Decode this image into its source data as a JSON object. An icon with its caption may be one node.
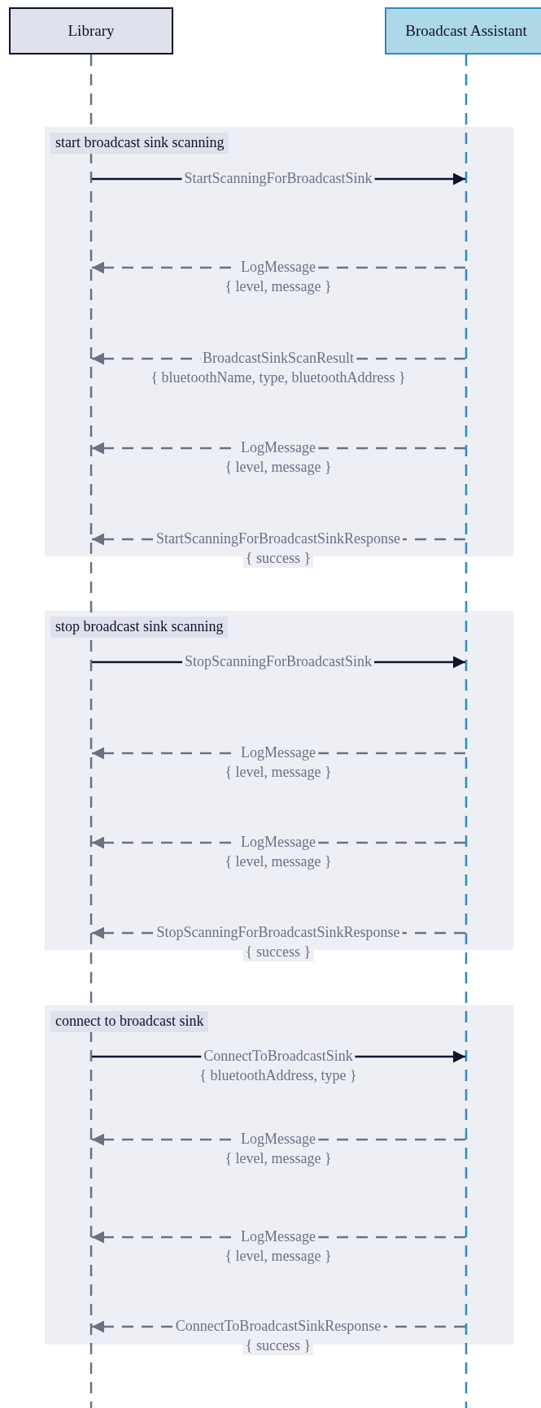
{
  "diagram": {
    "nodes": [
      {
        "text": [
          "Library"
        ]
      },
      {
        "text": [
          "Broadcast Assistant"
        ]
      }
    ],
    "labels": [
      "start broadcast sink scanning",
      "stop broadcast sink scanning",
      "connect to broadcast sink"
    ],
    "edges": [
      {
        "from": 0,
        "to": 1,
        "arrow": "to",
        "label": "StartScanningForBroadcastSink",
        "color": "#11142b"
      },
      {
        "from": 1,
        "to": 0,
        "arrow": "to",
        "label": "LogMessage { level, message }",
        "style": "dashed"
      },
      {
        "from": 1,
        "to": 0,
        "arrow": "to",
        "label": "BroadcastSinkScanResult { bluetoothName, type, bluetoothAddress }",
        "style": "dashed"
      },
      {
        "from": 1,
        "to": 0,
        "arrow": "to",
        "label": "LogMessage { level, message }",
        "style": "dashed"
      },
      {
        "from": 1,
        "to": 0,
        "arrow": "to",
        "label": "StartScanningForBroadcastSinkResponse { success }",
        "style": "dashed"
      },
      {
        "from": 0,
        "to": 1,
        "arrow": "to",
        "label": "StopScanningForBroadcastSink",
        "color": "#11142b"
      },
      {
        "from": 1,
        "to": 0,
        "arrow": "to",
        "label": "LogMessage { level, message }",
        "style": "dashed"
      },
      {
        "from": 1,
        "to": 0,
        "arrow": "to",
        "label": "LogMessage { level, message }",
        "style": "dashed"
      },
      {
        "from": 1,
        "to": 0,
        "arrow": "to",
        "label": "StopScanningForBroadcastSinkResponse { success }",
        "style": "dashed"
      },
      {
        "from": 0,
        "to": 1,
        "arrow": "to",
        "label": "ConnectToBroadcastSink { bluetoothAddress, type }",
        "color": "#11142b"
      },
      {
        "from": 1,
        "to": 0,
        "arrow": "to",
        "label": "LogMessage { level, message }",
        "style": "dashed"
      },
      {
        "from": 1,
        "to": 0,
        "arrow": "to",
        "label": "LogMessage { level, message }",
        "style": "dashed"
      },
      {
        "from": 1,
        "to": 0,
        "arrow": "to",
        "label": "ConnectToBroadcastSinkResponse { success }",
        "style": "dashed"
      }
    ]
  }
}
